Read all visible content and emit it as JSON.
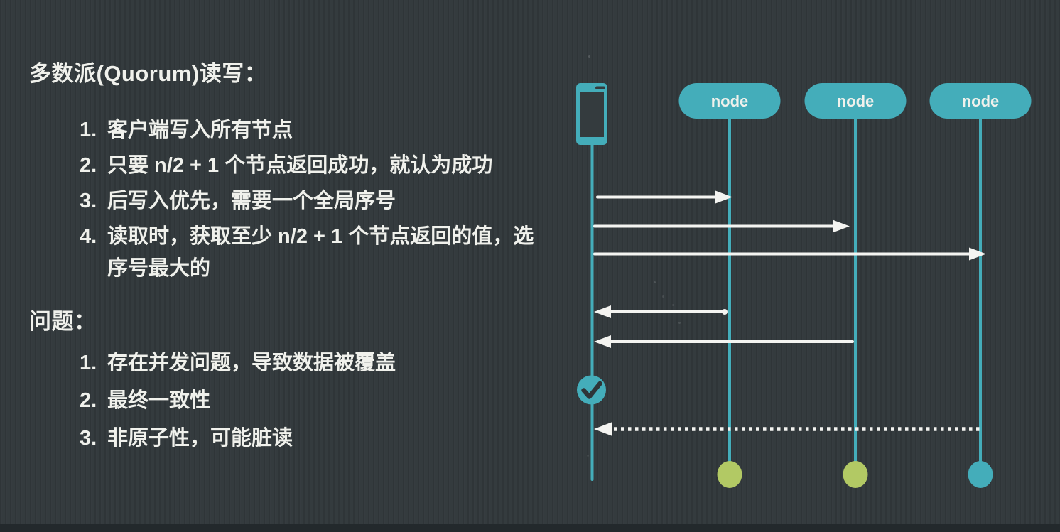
{
  "slide": {
    "title": "多数派(Quorum)读写：",
    "quorum_list": [
      {
        "num": "1.",
        "text": "客户端写入所有节点"
      },
      {
        "num": "2.",
        "text": "只要 n/2 + 1 个节点返回成功，就认为成功"
      },
      {
        "num": "3.",
        "text": "后写入优先，需要一个全局序号"
      },
      {
        "num": "4.",
        "text": "读取时，获取至少 n/2 + 1 个节点返回的值，选序号最大的"
      }
    ],
    "problems_title": "问题：",
    "problems_list": [
      {
        "num": "1.",
        "text": "存在并发问题，导致数据被覆盖"
      },
      {
        "num": "2.",
        "text": "最终一致性"
      },
      {
        "num": "3.",
        "text": "非原子性，可能脏读"
      }
    ]
  },
  "diagram": {
    "client_icon": "smartphone-icon",
    "success_icon": "checkmark-icon",
    "nodes": [
      {
        "label": "node"
      },
      {
        "label": "node"
      },
      {
        "label": "node"
      }
    ]
  },
  "colors": {
    "background": "#343b3e",
    "bottom_bar": "#23292c",
    "teal": "#44adba",
    "green": "#b2c964",
    "text": "#f0f1ec",
    "arrow": "#f4f4f1",
    "check_stroke": "#2e3538"
  }
}
